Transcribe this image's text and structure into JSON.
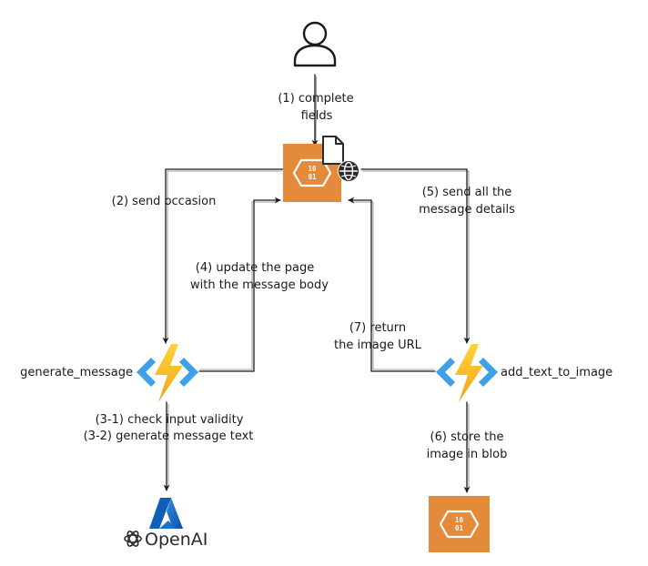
{
  "labels": {
    "step1_line1": "(1) complete",
    "step1_line2": "fields",
    "step2": "(2) send occasion",
    "step3_line1": "(3-1) check input validity",
    "step3_line2": "(3-2) generate message text",
    "step4_line1": "(4) update the page",
    "step4_line2": "with the message body",
    "step5_line1": "(5) send all the",
    "step5_line2": "message details",
    "step6_line1": "(6) store the",
    "step6_line2": "image in blob",
    "step7_line1": "(7) return",
    "step7_line2": "the image URL"
  },
  "nodes": {
    "user": {
      "icon": "user-icon"
    },
    "web_app": {
      "icon": "static-web-app-icon",
      "badge_icon": "globe-icon",
      "icon_text": "10 01",
      "color": "#E38B3A"
    },
    "func_generate": {
      "label": "generate_message",
      "icon": "azure-function-icon"
    },
    "func_add_text": {
      "label": "add_text_to_image",
      "icon": "azure-function-icon"
    },
    "blob_storage": {
      "icon": "storage-blob-icon",
      "icon_text": "10 01",
      "color": "#E38B3A"
    },
    "azure_openai": {
      "label": "OpenAI",
      "icon": "azure-openai-icon"
    }
  },
  "colors": {
    "orange": "#E38B3A",
    "function_yellow": "#F5C02A",
    "function_blue": "#3EA0E6",
    "azure_blue": "#1773C6"
  }
}
